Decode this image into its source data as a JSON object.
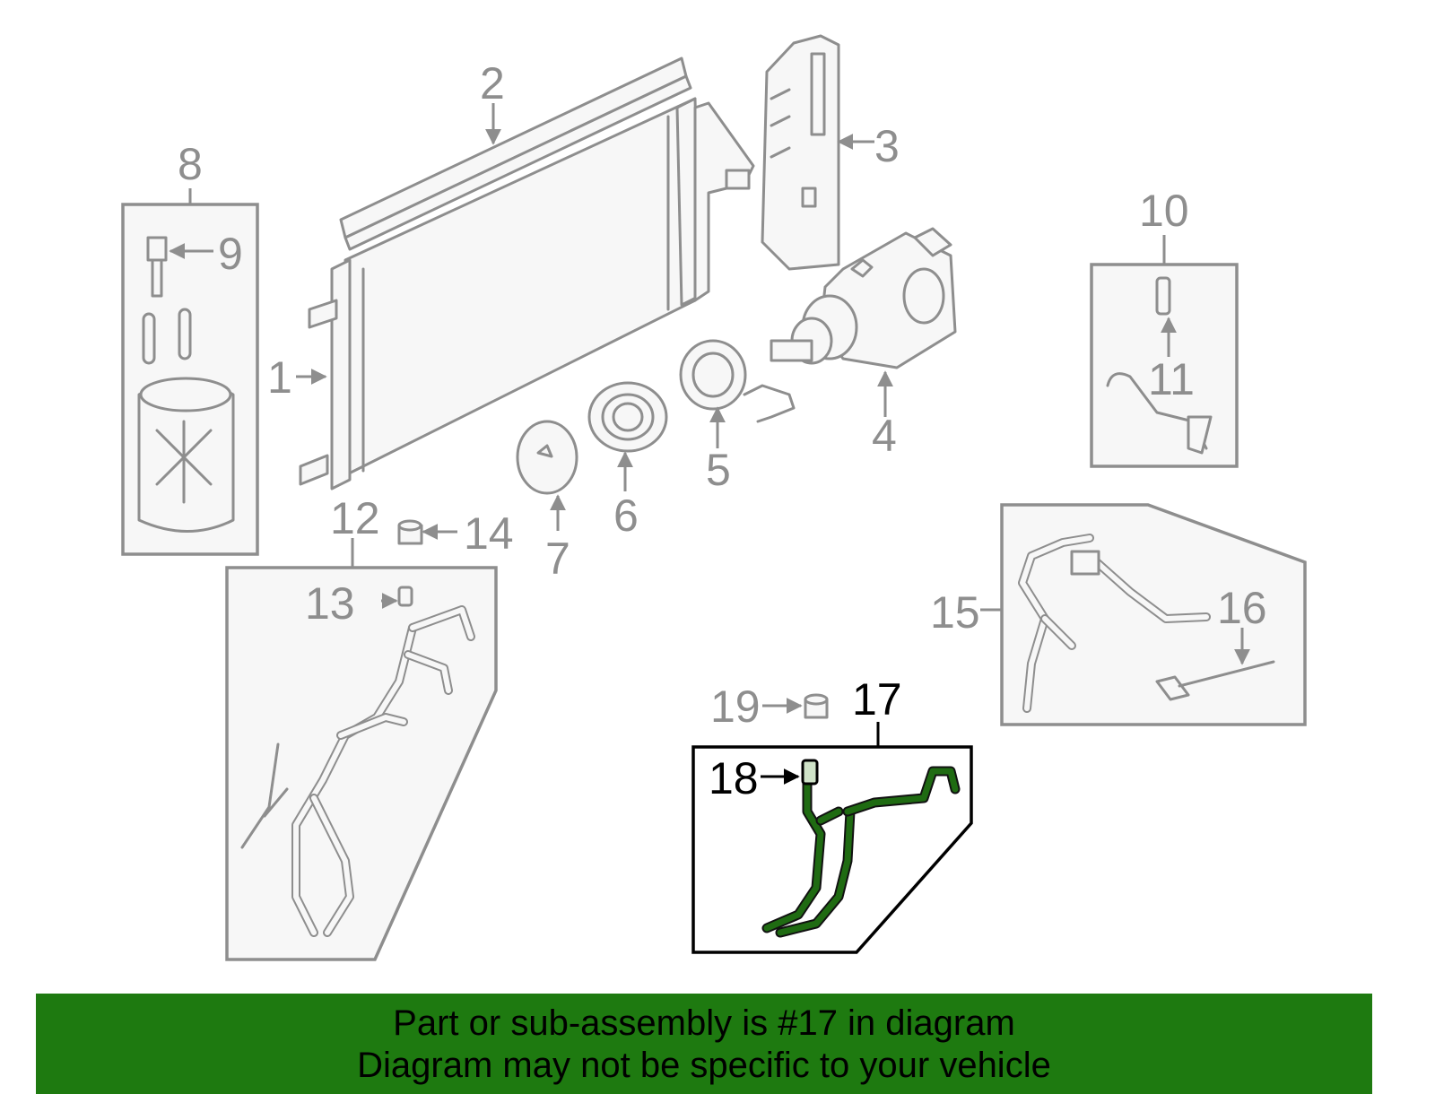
{
  "callouts": {
    "c1": "1",
    "c2": "2",
    "c3": "3",
    "c4": "4",
    "c5": "5",
    "c6": "6",
    "c7": "7",
    "c8": "8",
    "c9": "9",
    "c10": "10",
    "c11": "11",
    "c12": "12",
    "c13": "13",
    "c14": "14",
    "c15": "15",
    "c16": "16",
    "c17": "17",
    "c18": "18",
    "c19": "19"
  },
  "highlighted_part": "17",
  "colors": {
    "highlight_hose": "#1f6b12",
    "banner": "#1e7a10",
    "part_line": "#8e8e8e",
    "highlight_line": "#000000"
  },
  "banner": {
    "line1": "Part or sub-assembly is #17 in diagram",
    "line2": "Diagram may not be specific to your vehicle"
  }
}
